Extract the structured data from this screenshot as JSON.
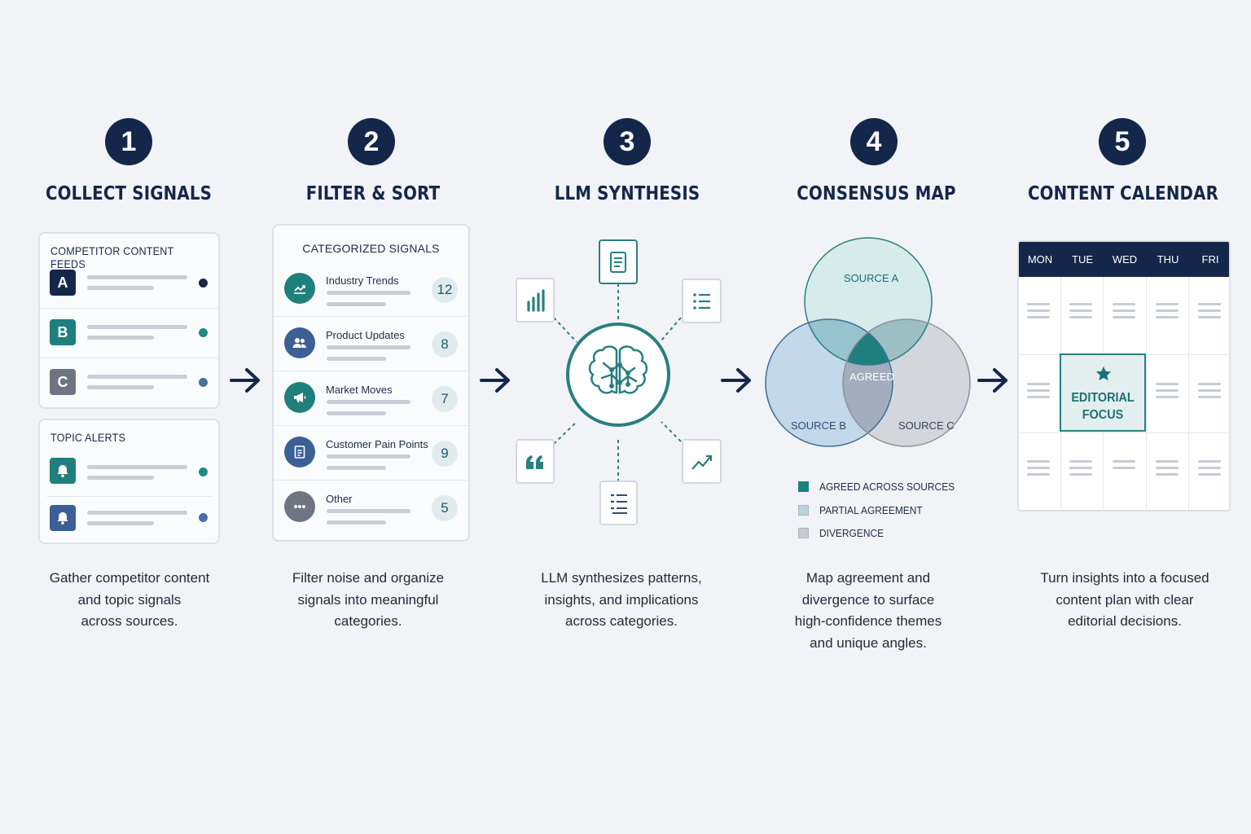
{
  "steps": [
    {
      "number": "1",
      "title": "COLLECT SIGNALS",
      "description": [
        "Gather competitor content",
        "and topic signals",
        "across sources."
      ]
    },
    {
      "number": "2",
      "title": "FILTER & SORT",
      "description": [
        "Filter noise and organize",
        "signals into meaningful",
        "categories."
      ]
    },
    {
      "number": "3",
      "title": "LLM SYNTHESIS",
      "description": [
        "LLM synthesizes patterns,",
        "insights, and implications",
        "across categories."
      ]
    },
    {
      "number": "4",
      "title": "CONSENSUS MAP",
      "description": [
        "Map agreement and",
        "divergence to surface",
        "high-confidence themes",
        "and unique angles."
      ]
    },
    {
      "number": "5",
      "title": "CONTENT CALENDAR",
      "description": [
        "Turn insights into a focused",
        "content plan with clear",
        "editorial decisions."
      ]
    }
  ],
  "feeds": {
    "title": "COMPETITOR CONTENT FEEDS",
    "items": [
      {
        "letter": "A",
        "color": "#14274a",
        "dot": "#14274a"
      },
      {
        "letter": "B",
        "color": "#1f7f7d",
        "dot": "#1f8a86"
      },
      {
        "letter": "C",
        "color": "#6e7480",
        "dot": "#4a6fa1"
      }
    ]
  },
  "alerts": {
    "title": "TOPIC ALERTS",
    "items": [
      {
        "icon": "bell-icon",
        "color": "#1f7f7d",
        "dot": "#1f8a86"
      },
      {
        "icon": "bell-icon",
        "color": "#3c5f95",
        "dot": "#4a6fa1"
      }
    ]
  },
  "categories": {
    "title": "CATEGORIZED SIGNALS",
    "items": [
      {
        "label": "Industry Trends",
        "count": "12",
        "icon": "trend-chart-icon",
        "color": "#1f7f7d"
      },
      {
        "label": "Product Updates",
        "count": "8",
        "icon": "users-icon",
        "color": "#3c5f95"
      },
      {
        "label": "Market Moves",
        "count": "7",
        "icon": "megaphone-icon",
        "color": "#1f7f7d"
      },
      {
        "label": "Customer Pain Points",
        "count": "9",
        "icon": "document-icon",
        "color": "#3c5f95"
      },
      {
        "label": "Other",
        "count": "5",
        "icon": "more-dots-icon",
        "color": "#6e7480"
      }
    ]
  },
  "synthesis": {
    "center_icon": "brain-circuit-icon",
    "satellites": [
      "document-icon",
      "list-icon",
      "trend-chart-icon",
      "checklist-icon",
      "quote-icon",
      "bar-chart-icon"
    ]
  },
  "venn": {
    "source_a": "SOURCE A",
    "source_b": "SOURCE B",
    "source_c": "SOURCE C",
    "agreed": "AGREED",
    "legend": [
      {
        "label": "AGREED ACROSS SOURCES",
        "color": "#1e7f7e"
      },
      {
        "label": "PARTIAL AGREEMENT",
        "color": "#b9d3e0"
      },
      {
        "label": "DIVERGENCE",
        "color": "#c6cbd2"
      }
    ]
  },
  "calendar": {
    "days": [
      "MON",
      "TUE",
      "WED",
      "THU",
      "FRI"
    ],
    "focus": [
      "EDITORIAL",
      "FOCUS"
    ],
    "focus_icon": "star-icon"
  }
}
